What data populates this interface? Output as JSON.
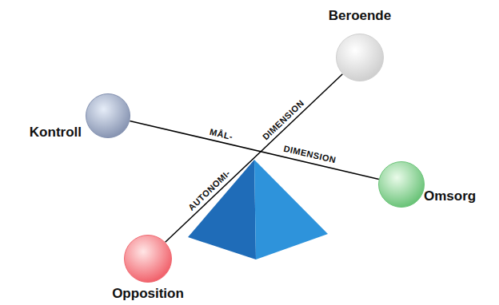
{
  "diagram": {
    "nodes": [
      {
        "text": [
          "Beroende"
        ]
      },
      {
        "text": [
          "Kontroll"
        ]
      },
      {
        "text": [
          "Omsorg"
        ]
      },
      {
        "text": [
          "Opposition"
        ]
      }
    ],
    "edges": [
      {
        "from": 1,
        "to": 2,
        "arrow": "none"
      },
      {
        "from": 0,
        "to": 3,
        "arrow": "none"
      }
    ],
    "labels": [
      "MÅL-",
      "DIMENSION",
      "DIMENSION",
      "AUTONOMI-"
    ]
  }
}
